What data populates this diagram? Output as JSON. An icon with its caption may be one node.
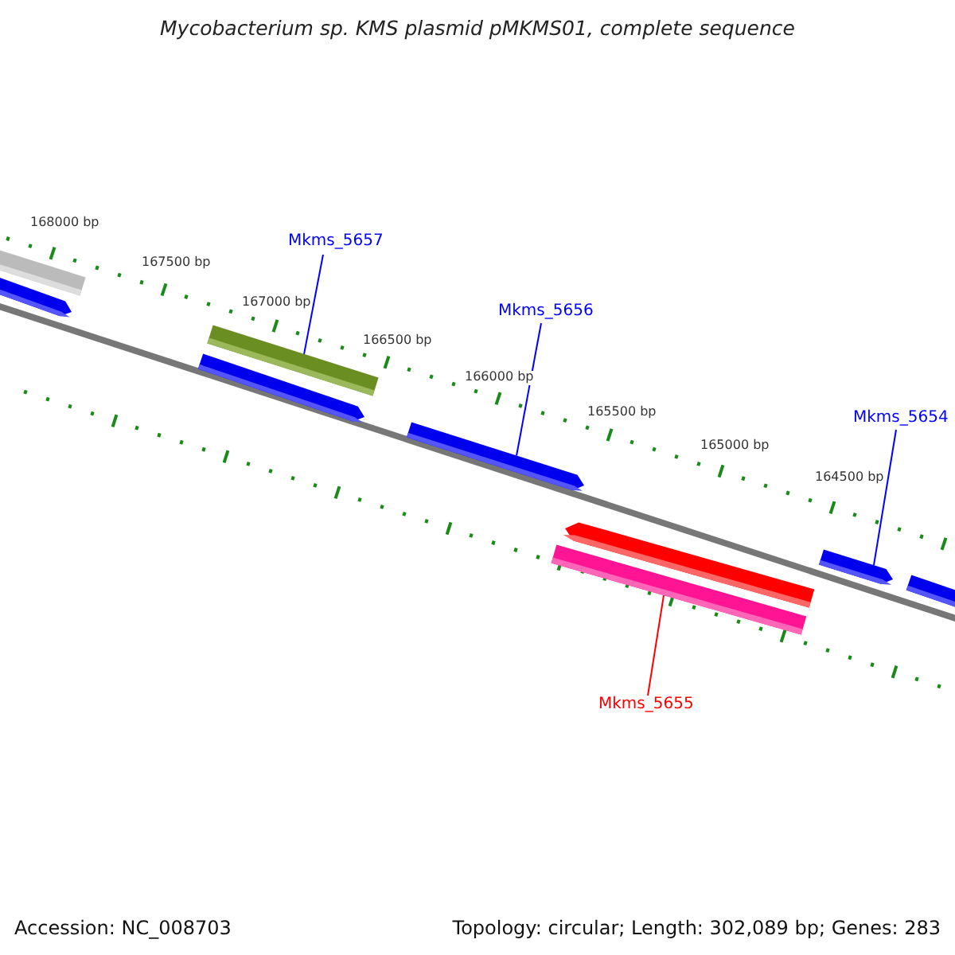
{
  "diagram": {
    "title": "Mycobacterium sp. KMS plasmid pMKMS01, complete sequence",
    "nodes": [
      {
        "text": [],
        "shape": "bar"
      },
      {
        "text": [],
        "shape": "bar"
      },
      {
        "text": [
          "Mkms_5657"
        ]
      },
      {
        "text": [],
        "shape": "bar"
      },
      {
        "text": [],
        "shape": "bar"
      },
      {
        "text": [
          "Mkms_5656"
        ]
      },
      {
        "text": [],
        "shape": "bar"
      },
      {
        "text": [],
        "shape": "bar"
      },
      {
        "text": [],
        "shape": "bar"
      },
      {
        "text": [],
        "shape": "bar"
      },
      {
        "text": [
          "Mkms_5654"
        ]
      },
      {
        "text": [],
        "shape": "bar"
      },
      {
        "text": [
          "Mkms_5655"
        ]
      }
    ],
    "edges": [
      {
        "from": 2,
        "to": 3,
        "arrow": "none"
      },
      {
        "from": 5,
        "to": 6,
        "arrow": "none"
      },
      {
        "from": 10,
        "to": 9,
        "arrow": "none"
      },
      {
        "from": 12,
        "to": 8,
        "arrow": "none",
        "color": "#ff0000"
      }
    ],
    "labels": [
      "168000 bp",
      "167500 bp",
      "167000 bp",
      "166500 bp",
      "166000 bp",
      "165500 bp",
      "165000 bp",
      "164500 bp",
      "Accession: NC_008703",
      "Topology: circular; Length: 302,089 bp; Genes: 283"
    ]
  }
}
